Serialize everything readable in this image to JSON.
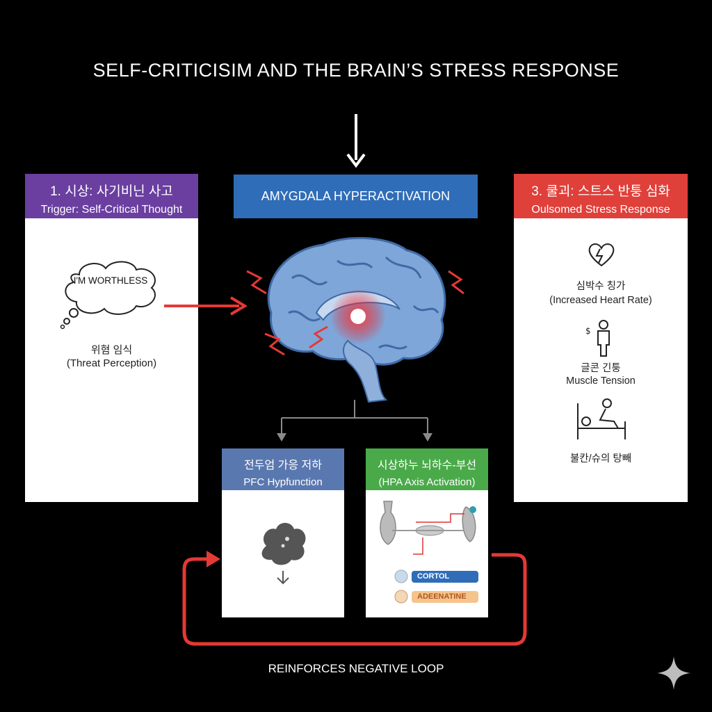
{
  "title": "SELF-CRITICISIM AND THE BRAIN’S STRESS RESPONSE",
  "colors": {
    "background": "#000000",
    "panel_trigger": "#6a3fa0",
    "panel_amygdala": "#2f6db8",
    "panel_stress": "#e0403a",
    "panel_pfc": "#5a78b0",
    "panel_hpa": "#4aaa4a",
    "arrow_red": "#e53935",
    "arrow_gray": "#8a8a8a"
  },
  "amygdala": {
    "label": "AMYGDALA  HYPERACTIVATION"
  },
  "trigger": {
    "title_ko": "1. 시상: 사기비닌 사고",
    "title_en": "Trigger: Self-Critical Thought",
    "thought": "I'M WORTHLESS",
    "perception_ko": "위혐 임식",
    "perception_en": "(Threat Perception)"
  },
  "stress": {
    "title_ko": "3. 쿨괴: 스트스 반퉁 심화",
    "title_en": "Oulsomed Stress Response",
    "items": [
      {
        "icon": "heart-icon",
        "ko": "심박수 칭가",
        "en": "(Increased Heart Rate)"
      },
      {
        "icon": "person-icon",
        "ko": "글콘 긴퉁",
        "en": "Muscle Tension"
      },
      {
        "icon": "bed-icon",
        "ko": "불칸/슈의 탕빼",
        "en": ""
      }
    ]
  },
  "pfc": {
    "title_ko": "전두엄 가응 저하",
    "title_en": "PFC Hypfunction",
    "icon": "cloud-icon"
  },
  "hpa": {
    "title_ko": "시상하누 뇌하수-부선",
    "title_en": "(HPA Axis Activation)",
    "icon": "organs-icon",
    "hormones": [
      {
        "label": "CORTOL",
        "color": "#2f6db8"
      },
      {
        "label": "ADEENATINE",
        "color": "#e07a25"
      }
    ]
  },
  "loop_label": "REINFORCES NEGATIVE LOOP"
}
